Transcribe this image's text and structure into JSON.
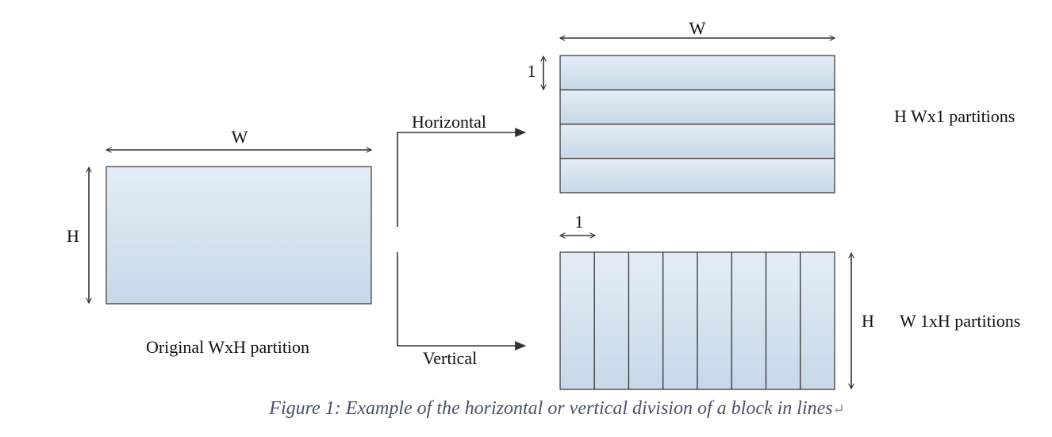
{
  "diagram": {
    "original": {
      "width_label": "W",
      "height_label": "H",
      "caption": "Original WxH partition"
    },
    "branches": {
      "horizontal_label": "Horizontal",
      "vertical_label": "Vertical"
    },
    "horizontal_result": {
      "width_label": "W",
      "unit_label": "1",
      "description": "H Wx1 partitions",
      "partition_count": 4
    },
    "vertical_result": {
      "unit_label": "1",
      "height_label": "H",
      "description": "W 1xH partitions",
      "partition_count": 8
    },
    "figure_caption": "Figure 1: Example of the horizontal or vertical division of a block in lines",
    "caption_end_mark": "↵",
    "colors": {
      "block_fill_top": "#e4edf5",
      "block_fill_bottom": "#c6d8e8",
      "line": "#333333",
      "caption": "#44546a"
    }
  }
}
